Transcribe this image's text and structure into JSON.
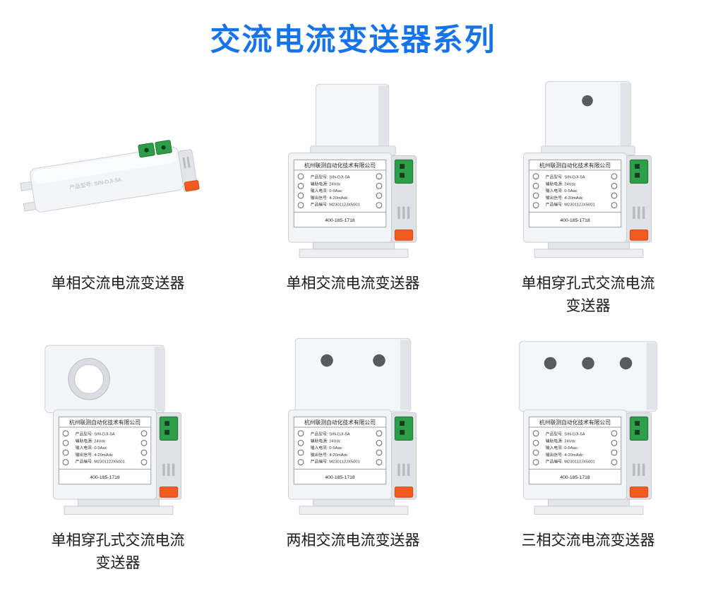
{
  "page": {
    "title": "交流电流变送器系列"
  },
  "colors": {
    "title_blue": "#1673e8",
    "terminal_green": "#2f9e4b",
    "clip_orange": "#f25a1e",
    "body_gray": "#f2f4f7"
  },
  "device_label": {
    "company": "杭州联测自动化技术有限公司",
    "rows": [
      "产品型号: SIN-DJI-5A",
      "辅助电源: 24Vdc",
      "输入电流: 0-5Aac",
      "输出信号: 4-20mAdc",
      "产品编号: M230112JX5001"
    ],
    "hotline": "400-185-1718"
  },
  "products": [
    {
      "caption_lines": [
        "单相交流电流变送器",
        ""
      ]
    },
    {
      "caption_lines": [
        "单相交流电流变送器",
        ""
      ]
    },
    {
      "caption_lines": [
        "单相穿孔式交流电流",
        "变送器"
      ]
    },
    {
      "caption_lines": [
        "单相穿孔式交流电流",
        "变送器"
      ]
    },
    {
      "caption_lines": [
        "两相交流电流变送器",
        ""
      ]
    },
    {
      "caption_lines": [
        "三相交流电流变送器",
        ""
      ]
    }
  ]
}
